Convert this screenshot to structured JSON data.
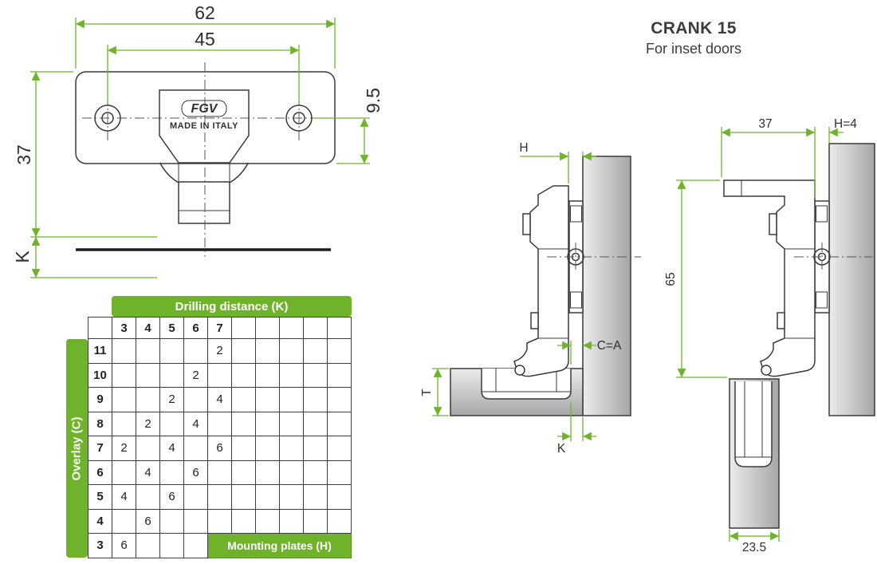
{
  "title": {
    "name": "CRANK 15",
    "subtitle": "For inset doors"
  },
  "colors": {
    "accent_green": "#6fb32a",
    "line": "#3a3a3a",
    "panel_light": "#ececec",
    "panel_dark": "#a6a6a8"
  },
  "top_view": {
    "logo": "FGV",
    "made_in": "MADE IN ITALY",
    "dims": {
      "overall_width": "62",
      "hole_spacing": "45",
      "hole_edge_offset": "9.5",
      "plate_height": "37",
      "drilling_distance": "K"
    }
  },
  "table": {
    "top_banner": "Drilling distance (K)",
    "left_banner": "Overlay (C)",
    "bottom_banner": "Mounting plates (H)",
    "col_headers": [
      "3",
      "4",
      "5",
      "6",
      "7",
      "",
      "",
      "",
      "",
      ""
    ],
    "row_headers": [
      "11",
      "10",
      "9",
      "8",
      "7",
      "6",
      "5",
      "4",
      "3"
    ],
    "cells": [
      [
        "",
        "",
        "",
        "",
        "2",
        "",
        "",
        "",
        "",
        ""
      ],
      [
        "",
        "",
        "",
        "2",
        "",
        "",
        "",
        "",
        "",
        ""
      ],
      [
        "",
        "",
        "2",
        "",
        "4",
        "",
        "",
        "",
        "",
        ""
      ],
      [
        "",
        "2",
        "",
        "4",
        "",
        "",
        "",
        "",
        "",
        ""
      ],
      [
        "2",
        "",
        "4",
        "",
        "6",
        "",
        "",
        "",
        "",
        ""
      ],
      [
        "",
        "4",
        "",
        "6",
        "",
        "",
        "",
        "",
        "",
        ""
      ],
      [
        "4",
        "",
        "6",
        "",
        "",
        "",
        "",
        "",
        "",
        ""
      ],
      [
        "",
        "6",
        "",
        "",
        "",
        "",
        "",
        "",
        "",
        ""
      ],
      [
        "6",
        "",
        "",
        "",
        "",
        "",
        "",
        "",
        "",
        ""
      ]
    ],
    "banner_row": 8,
    "banner_col_start": 4
  },
  "side_view_closed": {
    "dims": {
      "plate_height": "H",
      "overlay": "C=A",
      "door_thickness": "T",
      "drilling_distance": "K"
    }
  },
  "side_view_open": {
    "dims": {
      "depth": "37",
      "plate": "H=4",
      "height": "65",
      "cup_edge": "23.5"
    }
  }
}
